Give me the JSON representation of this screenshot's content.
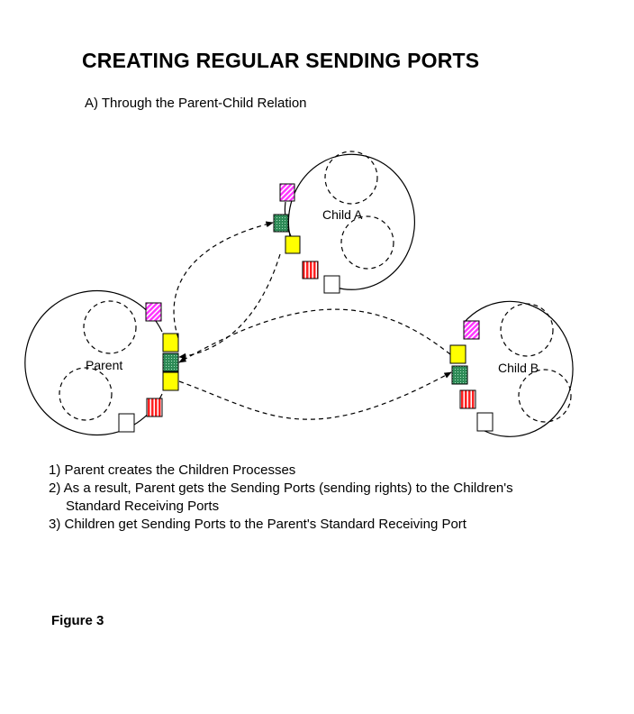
{
  "title": "CREATING REGULAR SENDING PORTS",
  "subtitle": "A) Through the Parent-Child Relation",
  "processes": {
    "parent": {
      "label": "Parent"
    },
    "child_a": {
      "label": "Child A"
    },
    "child_b": {
      "label": "Child B"
    }
  },
  "port_colors": {
    "magenta": "#ff33ff",
    "dark_green": "#2e8b57",
    "yellow": "#ffff00",
    "red": "#ff2020",
    "white": "#ffffff"
  },
  "notes": [
    "1) Parent creates the Children Processes",
    "2) As a result, Parent gets the Sending Ports (sending rights) to the Children's",
    "Standard Receiving Ports",
    "3) Children get  Sending Ports to the Parent's Standard Receiving Port"
  ],
  "figure_label": "Figure 3"
}
